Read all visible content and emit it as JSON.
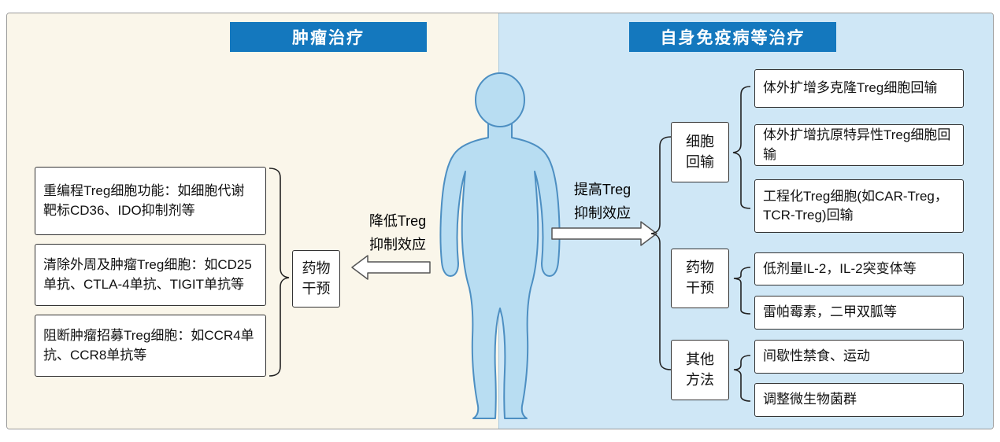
{
  "left_section": {
    "title": "肿瘤治疗",
    "boxes": [
      "重编程Treg细胞功能：如细胞代谢靶标CD36、IDO抑制剂等",
      "清除外周及肿瘤Treg细胞：如CD25单抗、CTLA-4单抗、TIGIT单抗等",
      "阻断肿瘤招募Treg细胞：如CCR4单抗、CCR8单抗等"
    ],
    "hub_label": "药物\n干预",
    "arrow_label": "降低Treg\n抑制效应"
  },
  "right_section": {
    "title": "自身免疫病等治疗",
    "arrow_label": "提高Treg\n抑制效应",
    "groups": [
      {
        "label": "细胞\n回输",
        "items": [
          "体外扩增多克隆Treg细胞回输",
          "体外扩增抗原特异性Treg细胞回输",
          "工程化Treg细胞(如CAR-Treg，TCR-Treg)回输"
        ]
      },
      {
        "label": "药物\n干预",
        "items": [
          "低剂量IL-2，IL-2突变体等",
          "雷帕霉素，二甲双胍等"
        ]
      },
      {
        "label": "其他\n方法",
        "items": [
          "间歇性禁食、运动",
          "调整微生物菌群"
        ]
      }
    ]
  },
  "colors": {
    "banner_blue": "#1478be",
    "left_bg": "#faf6ea",
    "right_bg": "#cfe7f6",
    "body_fill": "#b8ddf2",
    "body_stroke": "#4d8fc2"
  }
}
